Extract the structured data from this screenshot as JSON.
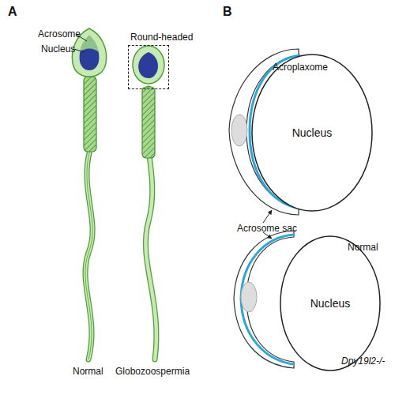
{
  "diagram": {
    "nodes": [
      {
        "text": [
          "Round-headed"
        ]
      },
      {
        "text": [
          "Nucleus"
        ]
      },
      {
        "text": [
          "Nucleus"
        ]
      }
    ],
    "labels": [
      "A",
      "Acrosome",
      "Nucleus",
      "Normal",
      "Globozoospermia",
      "B",
      "Acroplaxome",
      "Acrosome sac",
      "Normal",
      "Dpy19l2-/-"
    ]
  }
}
